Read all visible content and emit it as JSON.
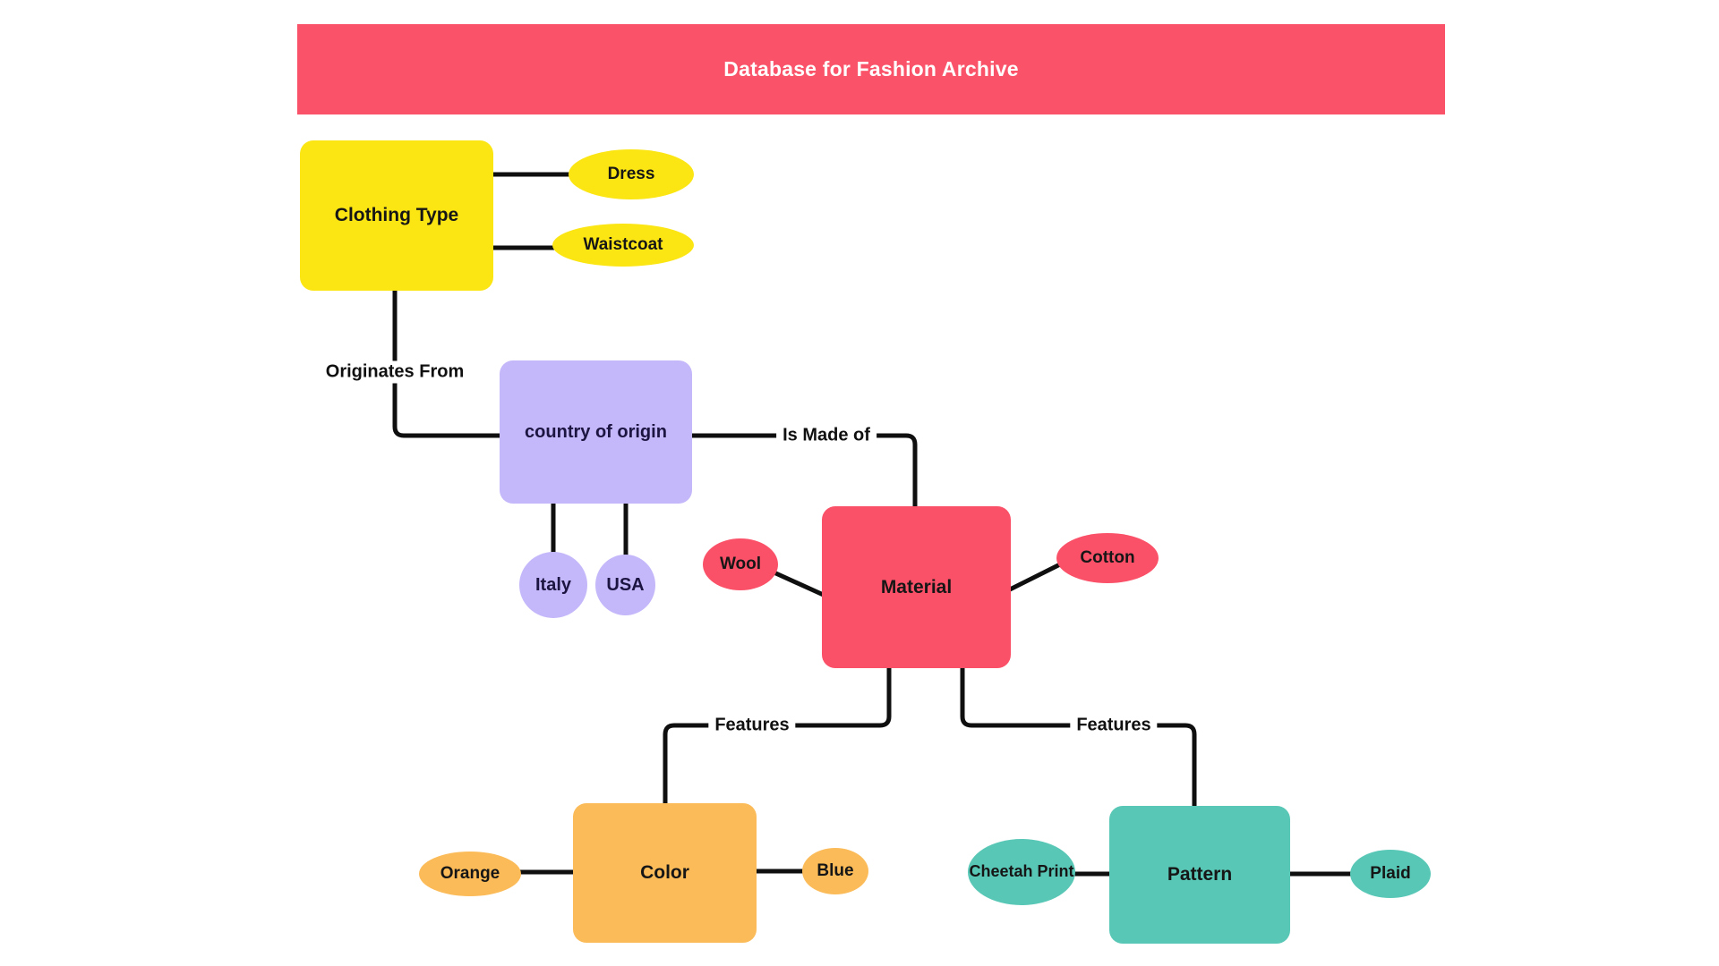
{
  "banner": {
    "title": "Database for Fashion Archive",
    "color": "#FA5369",
    "text_color": "#FFFFFF"
  },
  "palette": {
    "pink": "#FB5168",
    "yellow": "#FBE513",
    "lavender": "#C4B7FA",
    "orange": "#FBBB58",
    "teal": "#58C7B6",
    "connector": "#0F0F0F",
    "background": "#FFFFFF"
  },
  "nodes": {
    "clothing_type": {
      "label": "Clothing Type",
      "shape": "rectangle",
      "color": "#FBE513",
      "text_color": "#161616"
    },
    "dress": {
      "label": "Dress",
      "shape": "ellipse",
      "color": "#FBE513",
      "text_color": "#161616"
    },
    "waistcoat": {
      "label": "Waistcoat",
      "shape": "ellipse",
      "color": "#FBE513",
      "text_color": "#161616"
    },
    "country_of_origin": {
      "label": "country of origin",
      "shape": "rectangle",
      "color": "#C4B7FA",
      "text_color": "#1D1541"
    },
    "italy": {
      "label": "Italy",
      "shape": "ellipse",
      "color": "#C4B7FA",
      "text_color": "#1D1541"
    },
    "usa": {
      "label": "USA",
      "shape": "ellipse",
      "color": "#C4B7FA",
      "text_color": "#1D1541"
    },
    "material": {
      "label": "Material",
      "shape": "rectangle",
      "color": "#FB5168",
      "text_color": "#161616"
    },
    "wool": {
      "label": "Wool",
      "shape": "ellipse",
      "color": "#FB5168",
      "text_color": "#161616"
    },
    "cotton": {
      "label": "Cotton",
      "shape": "ellipse",
      "color": "#FB5168",
      "text_color": "#161616"
    },
    "color": {
      "label": "Color",
      "shape": "rectangle",
      "color": "#FBBB58",
      "text_color": "#161616"
    },
    "orange": {
      "label": "Orange",
      "shape": "ellipse",
      "color": "#FBBB58",
      "text_color": "#161616"
    },
    "blue": {
      "label": "Blue",
      "shape": "ellipse",
      "color": "#FBBB58",
      "text_color": "#161616"
    },
    "pattern": {
      "label": "Pattern",
      "shape": "rectangle",
      "color": "#58C7B6",
      "text_color": "#161616"
    },
    "cheetah_print": {
      "label": "Cheetah Print",
      "shape": "ellipse",
      "color": "#58C7B6",
      "text_color": "#161616"
    },
    "plaid": {
      "label": "Plaid",
      "shape": "ellipse",
      "color": "#58C7B6",
      "text_color": "#161616"
    }
  },
  "edges": [
    {
      "from": "clothing_type",
      "to": "dress",
      "label": ""
    },
    {
      "from": "clothing_type",
      "to": "waistcoat",
      "label": ""
    },
    {
      "from": "clothing_type",
      "to": "country_of_origin",
      "label": "Originates From"
    },
    {
      "from": "country_of_origin",
      "to": "italy",
      "label": ""
    },
    {
      "from": "country_of_origin",
      "to": "usa",
      "label": ""
    },
    {
      "from": "country_of_origin",
      "to": "material",
      "label": "Is Made of"
    },
    {
      "from": "material",
      "to": "wool",
      "label": ""
    },
    {
      "from": "material",
      "to": "cotton",
      "label": ""
    },
    {
      "from": "material",
      "to": "color",
      "label": "Features"
    },
    {
      "from": "material",
      "to": "pattern",
      "label": "Features"
    },
    {
      "from": "color",
      "to": "orange",
      "label": ""
    },
    {
      "from": "color",
      "to": "blue",
      "label": ""
    },
    {
      "from": "pattern",
      "to": "cheetah_print",
      "label": ""
    },
    {
      "from": "pattern",
      "to": "plaid",
      "label": ""
    }
  ]
}
